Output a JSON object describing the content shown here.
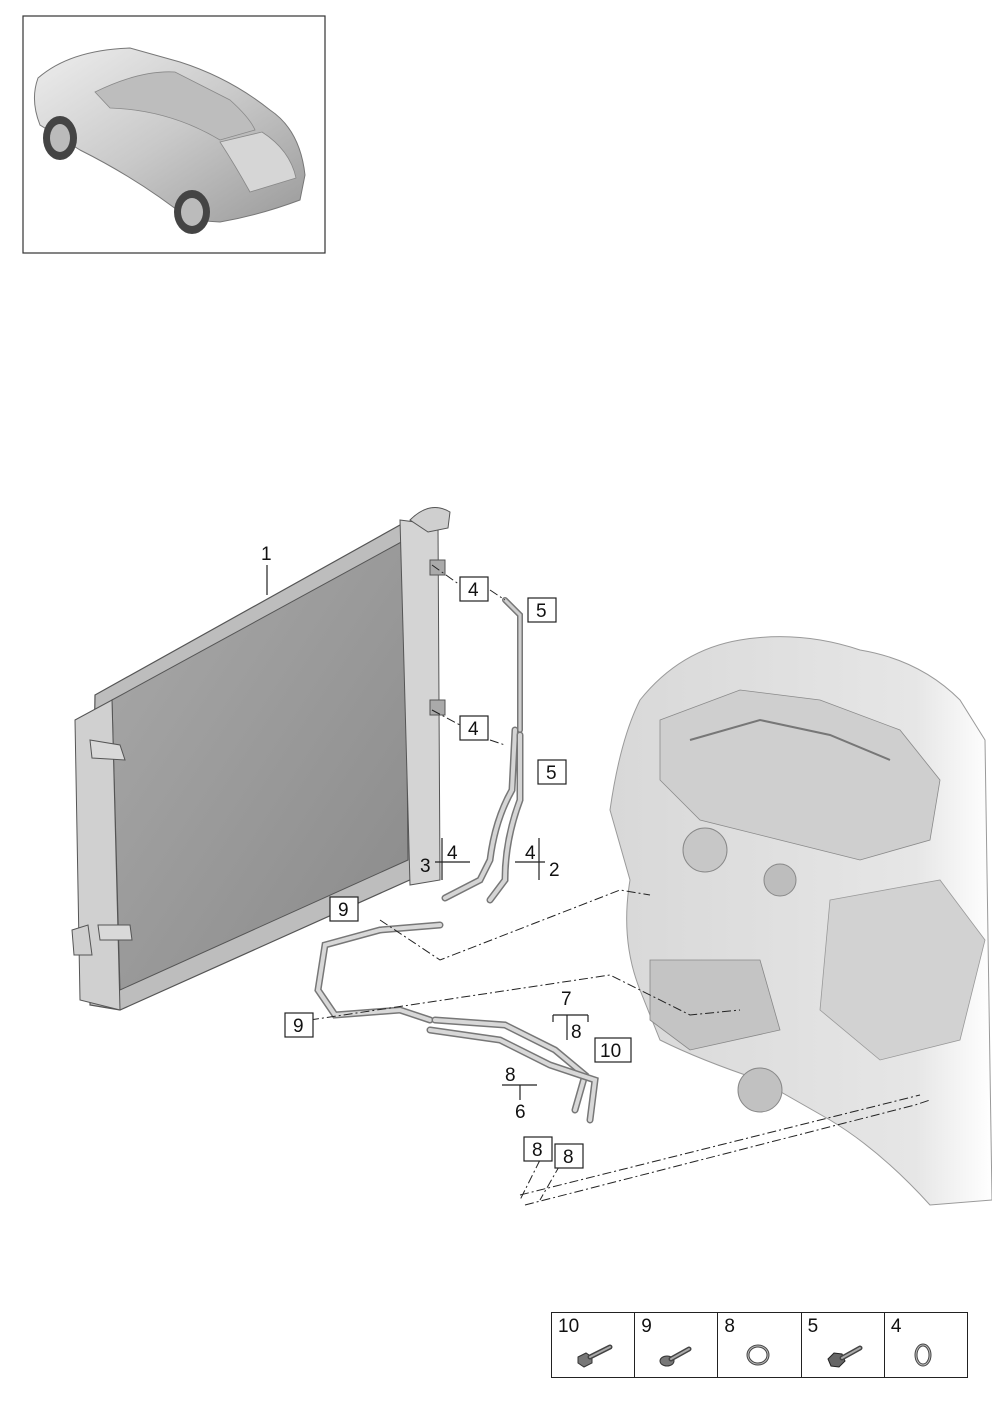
{
  "callouts": {
    "radiator": "1",
    "line_right": "2",
    "line_left": "3",
    "seal_upper": "4",
    "seal_lower": "4",
    "bracket_left": "4",
    "bracket_right": "4",
    "bolt_upper": "5",
    "bolt_lower": "5",
    "pipe_6": "6",
    "pipe_7": "7",
    "seal_7_bracket": "8",
    "seal_6_bracket": "8",
    "seal_box_a": "8",
    "seal_box_b": "8",
    "screw_upper": "9",
    "screw_lower": "9",
    "bolt_10": "10"
  },
  "legend": [
    {
      "number": "10",
      "icon": "flange-bolt-icon"
    },
    {
      "number": "9",
      "icon": "screw-icon"
    },
    {
      "number": "8",
      "icon": "seal-ring-icon"
    },
    {
      "number": "5",
      "icon": "hex-bolt-icon"
    },
    {
      "number": "4",
      "icon": "o-ring-icon"
    }
  ]
}
